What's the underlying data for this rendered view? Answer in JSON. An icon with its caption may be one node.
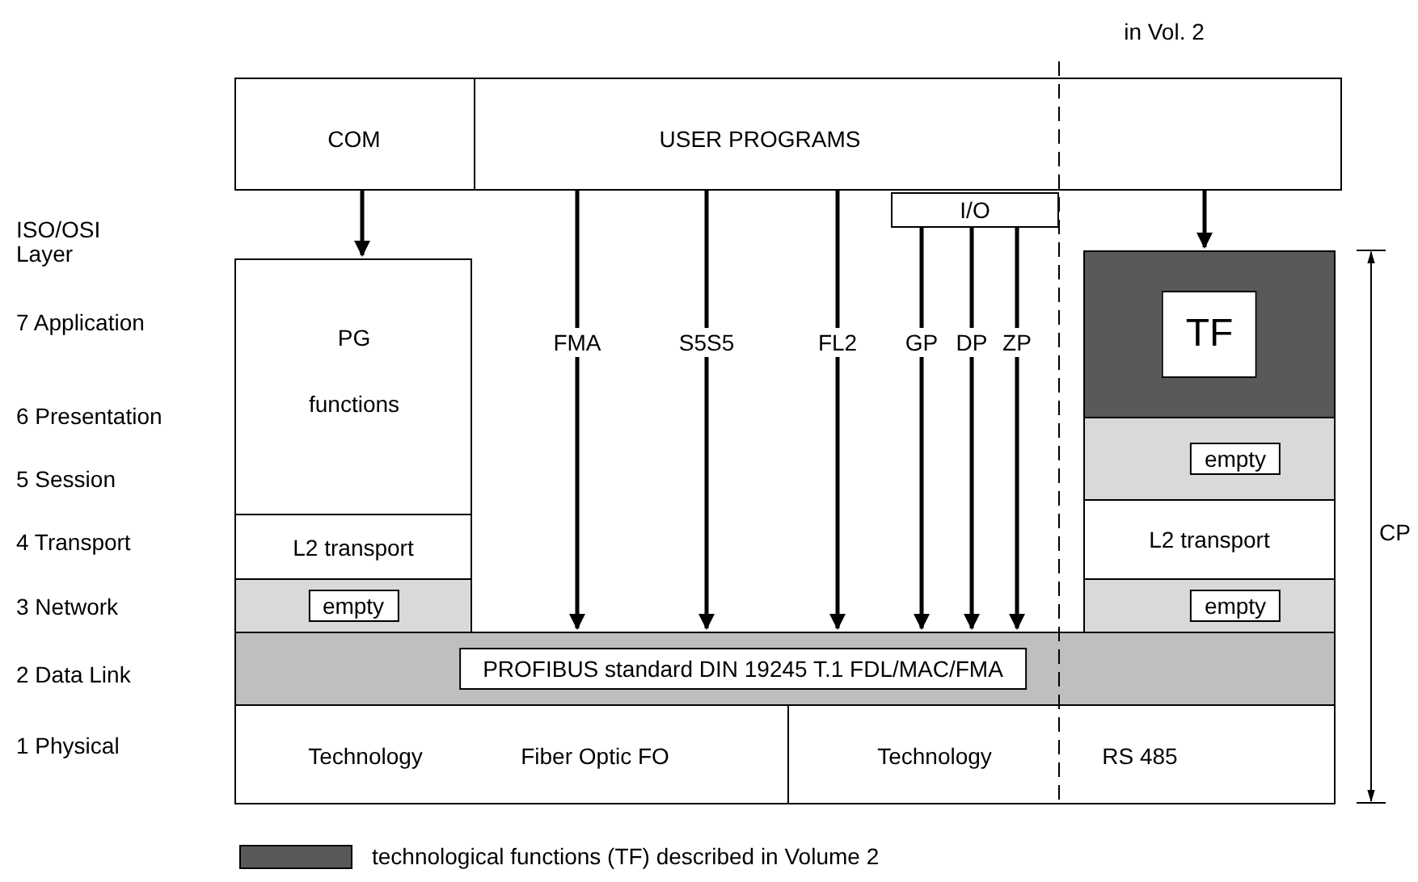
{
  "diagram": {
    "nodes": [
      {
        "text": [
          "COM"
        ]
      },
      {
        "text": [
          "USER  PROGRAMS"
        ]
      },
      {
        "text": [
          "I/O"
        ]
      },
      {
        "text": [
          "PG",
          "functions"
        ]
      },
      {
        "text": [
          "L2 transport"
        ]
      },
      {
        "text": [
          "empty"
        ]
      },
      {
        "text": [
          "PROFIBUS standard DIN 19245 T.1  FDL/MAC/FMA"
        ]
      },
      {
        "text": [
          "Technology",
          "Fiber Optic FO"
        ]
      },
      {
        "text": [
          "Technology",
          "RS 485"
        ]
      },
      {
        "text": [
          "TF"
        ]
      },
      {
        "text": [
          "empty"
        ]
      },
      {
        "text": [
          "L2 transport"
        ]
      },
      {
        "text": [
          "empty"
        ]
      }
    ],
    "edges": [
      {
        "from": 0,
        "to": 3,
        "arrow": "to"
      },
      {
        "from": 1,
        "to": 6,
        "arrow": "to",
        "label": "FMA"
      },
      {
        "from": 1,
        "to": 6,
        "arrow": "to",
        "label": "S5S5"
      },
      {
        "from": 1,
        "to": 6,
        "arrow": "to",
        "label": "FL2"
      },
      {
        "from": 2,
        "to": 6,
        "arrow": "to",
        "label": "GP"
      },
      {
        "from": 2,
        "to": 6,
        "arrow": "to",
        "label": "DP"
      },
      {
        "from": 2,
        "to": 6,
        "arrow": "to",
        "label": "ZP"
      },
      {
        "from": 1,
        "to": 9,
        "arrow": "to"
      }
    ],
    "labels": [
      "in Vol. 2",
      "ISO/OSI Layer",
      "7 Application",
      "6 Presentation",
      "5 Session",
      "4 Transport",
      "3 Network",
      "2 Data Link",
      "1 Physical",
      "CP"
    ],
    "legend": [
      {
        "text": "technological functions (TF) described in Volume 2",
        "color": "#595959"
      }
    ]
  }
}
